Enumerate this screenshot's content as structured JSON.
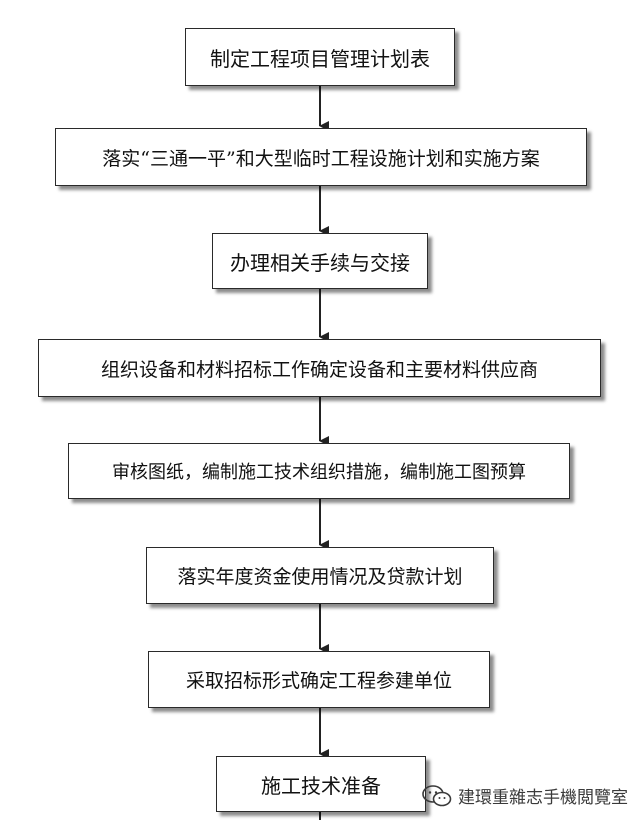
{
  "flowchart": {
    "steps": [
      {
        "label": "制定工程项目管理计划表"
      },
      {
        "label": "落实“三通一平”和大型临时工程设施计划和实施方案"
      },
      {
        "label": "办理相关手续与交接"
      },
      {
        "label": "组织设备和材料招标工作确定设备和主要材料供应商"
      },
      {
        "label": "审核图纸，编制施工技术组织措施，编制施工图预算"
      },
      {
        "label": "落实年度资金使用情况及贷款计划"
      },
      {
        "label": "采取招标形式确定工程参建单位"
      },
      {
        "label": "施工技术准备"
      }
    ]
  },
  "watermark": {
    "text": "建環重雜志手機閲覽室",
    "icon": "wechat-icon"
  }
}
